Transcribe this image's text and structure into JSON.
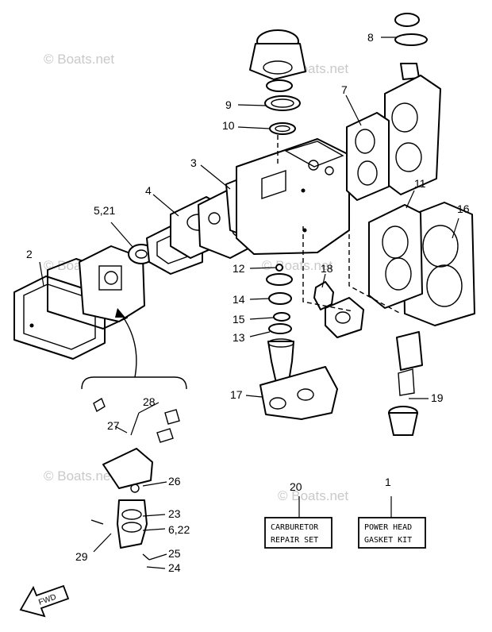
{
  "watermark": "© Boats.net",
  "fwd_label": "FWD",
  "callouts": [
    {
      "id": "c1",
      "label": "1"
    },
    {
      "id": "c2",
      "label": "2"
    },
    {
      "id": "c3",
      "label": "3"
    },
    {
      "id": "c4",
      "label": "4"
    },
    {
      "id": "c5",
      "label": "5,21"
    },
    {
      "id": "c6",
      "label": "6,22"
    },
    {
      "id": "c7",
      "label": "7"
    },
    {
      "id": "c8",
      "label": "8"
    },
    {
      "id": "c9",
      "label": "9"
    },
    {
      "id": "c10",
      "label": "10"
    },
    {
      "id": "c11",
      "label": "11"
    },
    {
      "id": "c12",
      "label": "12"
    },
    {
      "id": "c13",
      "label": "13"
    },
    {
      "id": "c14",
      "label": "14"
    },
    {
      "id": "c15",
      "label": "15"
    },
    {
      "id": "c16",
      "label": "16"
    },
    {
      "id": "c17",
      "label": "17"
    },
    {
      "id": "c18",
      "label": "18"
    },
    {
      "id": "c19",
      "label": "19"
    },
    {
      "id": "c20",
      "label": "20"
    },
    {
      "id": "c23",
      "label": "23"
    },
    {
      "id": "c24",
      "label": "24"
    },
    {
      "id": "c25",
      "label": "25"
    },
    {
      "id": "c26",
      "label": "26"
    },
    {
      "id": "c27",
      "label": "27"
    },
    {
      "id": "c28",
      "label": "28"
    },
    {
      "id": "c29",
      "label": "29"
    }
  ],
  "kits": {
    "carburetor": {
      "line1": "CARBURETOR",
      "line2": "REPAIR SET"
    },
    "power_head": {
      "line1": "POWER HEAD",
      "line2": "GASKET KIT"
    }
  }
}
